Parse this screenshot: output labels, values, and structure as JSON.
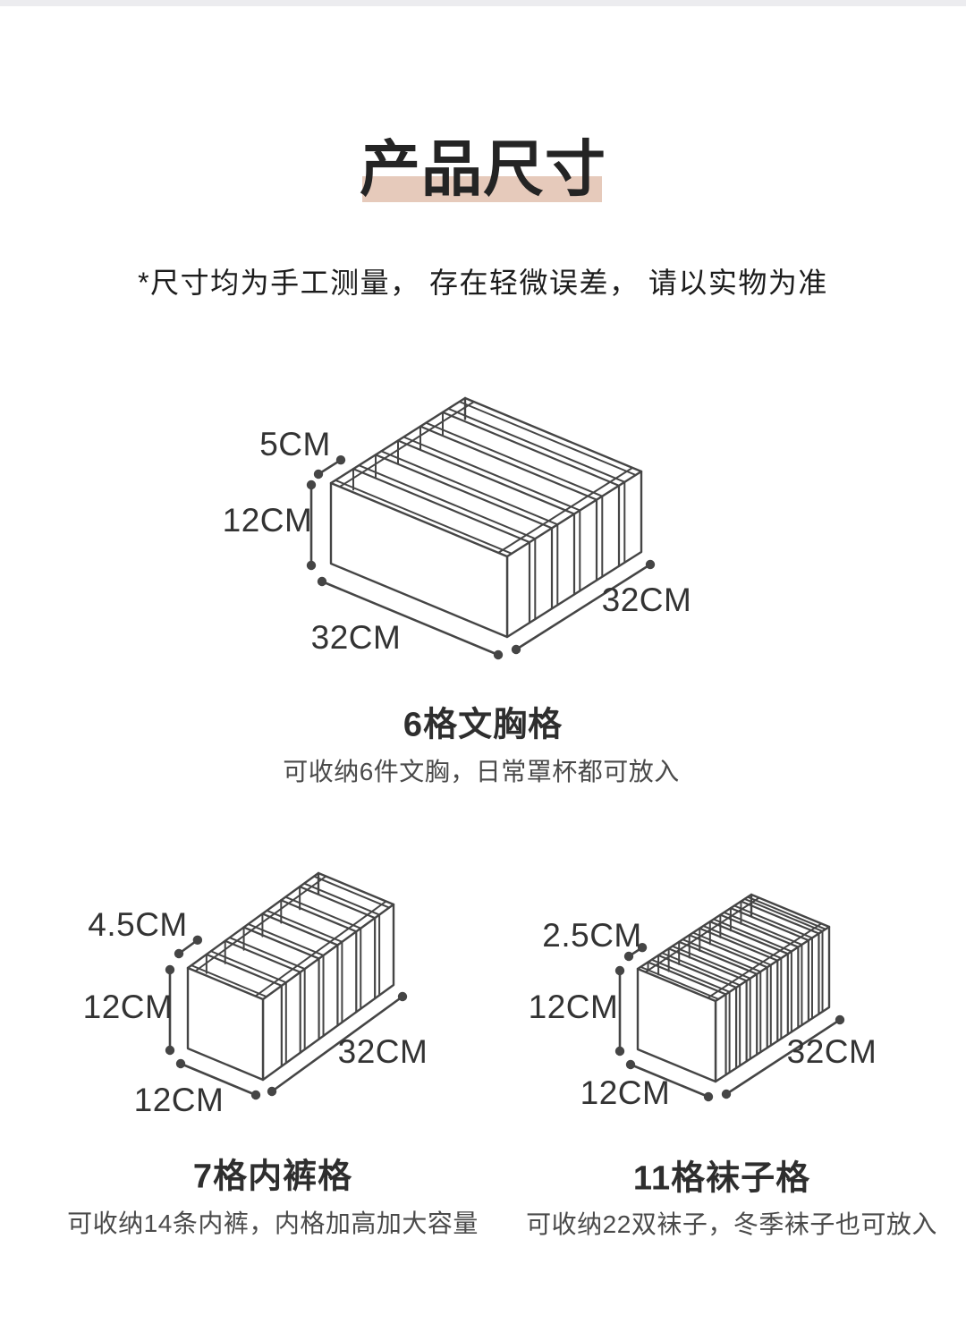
{
  "page": {
    "background": "#ffffff",
    "top_strip_color": "#ececef"
  },
  "header": {
    "title": "产品尺寸",
    "title_highlight_color": "#e6cabb",
    "note": "*尺寸均为手工测量， 存在轻微误差， 请以实物为准"
  },
  "style": {
    "line_color": "#454545",
    "dim_label_color": "#333333"
  },
  "products": [
    {
      "name": "6格文胸格",
      "caption": "可收纳6件文胸，日常罩杯都可放入",
      "cells": 6,
      "dims": {
        "cell_width": "5CM",
        "height": "12CM",
        "front_width": "32CM",
        "depth": "32CM"
      }
    },
    {
      "name": "7格内裤格",
      "caption": "可收纳14条内裤，内格加高加大容量",
      "cells": 7,
      "dims": {
        "cell_width": "4.5CM",
        "height": "12CM",
        "front_width": "12CM",
        "depth": "32CM"
      }
    },
    {
      "name": "11格袜子格",
      "caption": "可收纳22双袜子，冬季袜子也可放入",
      "cells": 11,
      "dims": {
        "cell_width": "2.5CM",
        "height": "12CM",
        "front_width": "12CM",
        "depth": "32CM"
      }
    }
  ]
}
